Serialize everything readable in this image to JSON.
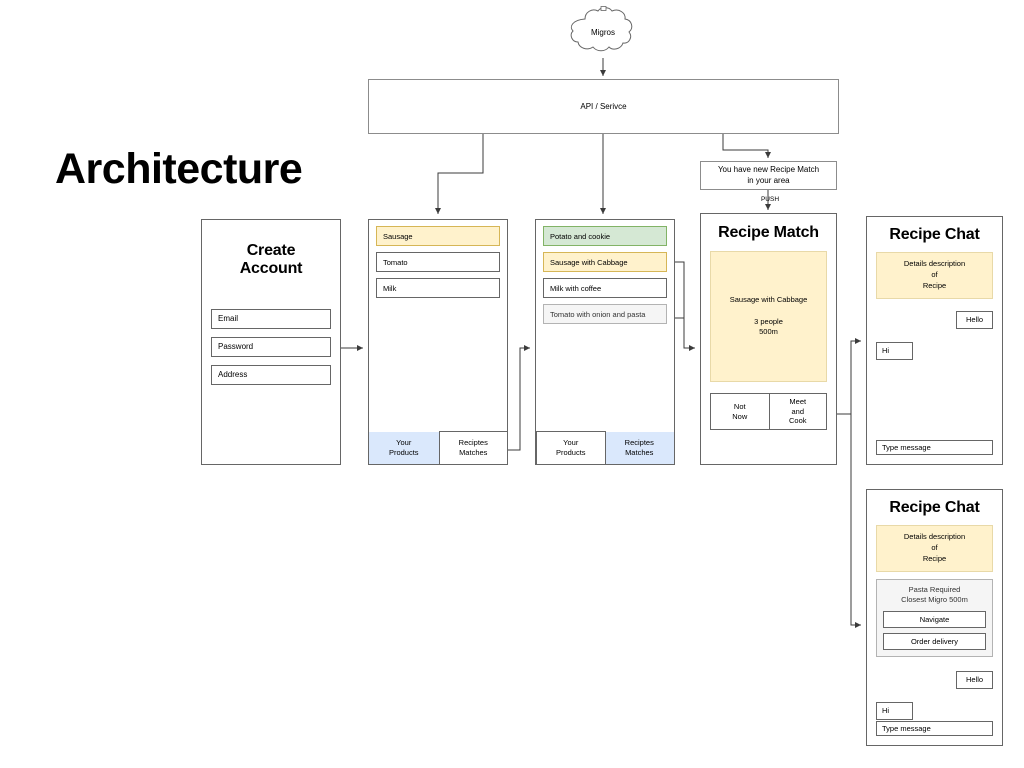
{
  "page_title": "Architecture",
  "source": {
    "cloud_label": "Migros",
    "api_label": "API / Serivce"
  },
  "push": {
    "message_line1": "You have new Recipe Match",
    "message_line2": "in your area",
    "arrow_label": "PUSH"
  },
  "screens": {
    "create_account": {
      "title_line1": "Create",
      "title_line2": "Account",
      "fields": [
        {
          "label": "Email"
        },
        {
          "label": "Password"
        },
        {
          "label": "Address"
        }
      ]
    },
    "products": {
      "items": [
        {
          "label": "Sausage",
          "style": "yellow"
        },
        {
          "label": "Tomato",
          "style": "plain"
        },
        {
          "label": "Milk",
          "style": "plain"
        }
      ],
      "tabs": [
        {
          "label_line1": "Your",
          "label_line2": "Products",
          "state": "active"
        },
        {
          "label_line1": "Reciptes",
          "label_line2": "Matches",
          "state": "inactive"
        }
      ]
    },
    "recipes": {
      "items": [
        {
          "label": "Potato and cookie",
          "style": "green"
        },
        {
          "label": "Sausage with Cabbage",
          "style": "yellow"
        },
        {
          "label": "Milk with coffee",
          "style": "plain"
        },
        {
          "label": "Tomato with onion and pasta",
          "style": "grey"
        }
      ],
      "tabs": [
        {
          "label_line1": "Your",
          "label_line2": "Products",
          "state": "inactive"
        },
        {
          "label_line1": "Reciptes",
          "label_line2": "Matches",
          "state": "active"
        }
      ]
    },
    "recipe_match": {
      "title": "Recipe Match",
      "card": {
        "name": "Sausage with Cabbage",
        "people": "3 people",
        "distance": "500m"
      },
      "actions": [
        {
          "label_line1": "Not",
          "label_line2": "Now"
        },
        {
          "label_line1": "Meet",
          "label_line2": "and",
          "label_line3": "Cook"
        }
      ]
    },
    "recipe_chat_1": {
      "title": "Recipe Chat",
      "description_line1": "Details description",
      "description_line2": "of",
      "description_line3": "Recipe",
      "messages": [
        {
          "text": "Hello",
          "direction": "out"
        },
        {
          "text": "Hi",
          "direction": "in"
        }
      ],
      "input_placeholder": "Type message"
    },
    "recipe_chat_2": {
      "title": "Recipe Chat",
      "description_line1": "Details description",
      "description_line2": "of",
      "description_line3": "Recipe",
      "pasta_panel": {
        "head_line1": "Pasta Required",
        "head_line2": "Closest Migro 500m",
        "buttons": [
          {
            "label": "Navigate"
          },
          {
            "label": "Order delivery"
          }
        ]
      },
      "messages": [
        {
          "text": "Hello",
          "direction": "out"
        },
        {
          "text": "Hi",
          "direction": "in"
        }
      ],
      "input_placeholder": "Type message"
    }
  },
  "colors": {
    "highlight_yellow": "#fff2cc",
    "highlight_green": "#d5e8d4",
    "highlight_grey": "#f5f5f5",
    "tab_active_blue": "#dae8fc",
    "stroke": "#666666",
    "background": "#ffffff"
  }
}
